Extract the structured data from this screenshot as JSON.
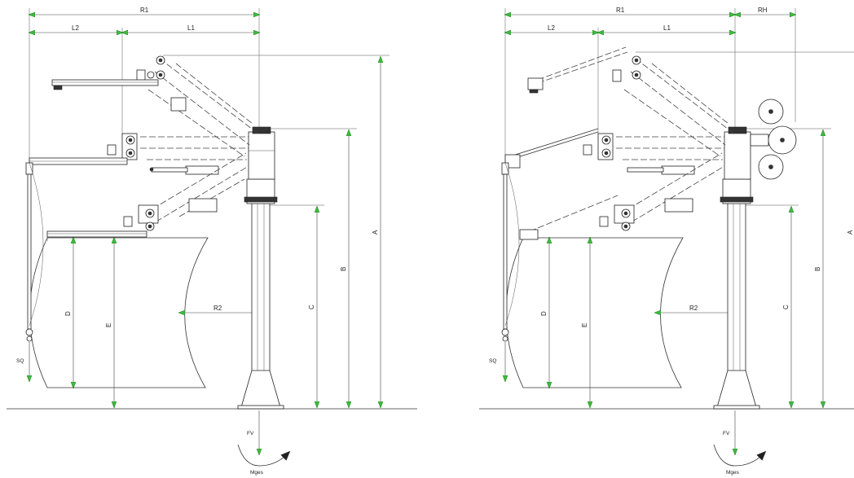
{
  "colors": {
    "arrow_fill": "#3dbb3d",
    "line": "#333333",
    "background": "#ffffff"
  },
  "left_drawing": {
    "labels": {
      "R1": "R1",
      "L2": "L2",
      "L1": "L1",
      "R2": "R2",
      "A": "A",
      "B": "B",
      "C": "C",
      "D": "D",
      "E": "E",
      "SQ": "SQ",
      "FV": "FV",
      "Mges": "Mges"
    }
  },
  "right_drawing": {
    "labels": {
      "R1": "R1",
      "RH": "RH",
      "L2": "L2",
      "L1": "L1",
      "R2": "R2",
      "A": "A",
      "B": "B",
      "C": "C",
      "D": "D",
      "E": "E",
      "SQ": "SQ",
      "FV": "FV",
      "Mges": "Mges"
    }
  }
}
